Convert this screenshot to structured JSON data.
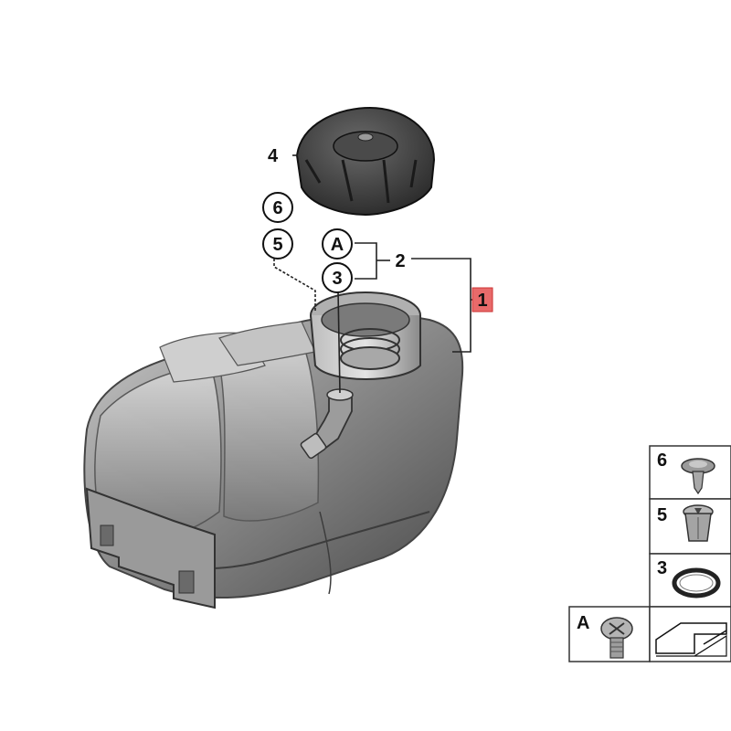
{
  "callouts": {
    "part_1": "1",
    "part_2": "2",
    "part_3": "3",
    "part_4": "4",
    "part_5": "5",
    "part_6": "6",
    "part_a": "A"
  },
  "reference_boxes": {
    "box_6": "6",
    "box_5": "5",
    "box_3": "3",
    "box_a": "A"
  },
  "colors": {
    "highlight_callout": "#e86a6a",
    "cap": "#2a2a2a",
    "tank": "#8e8e8e"
  }
}
